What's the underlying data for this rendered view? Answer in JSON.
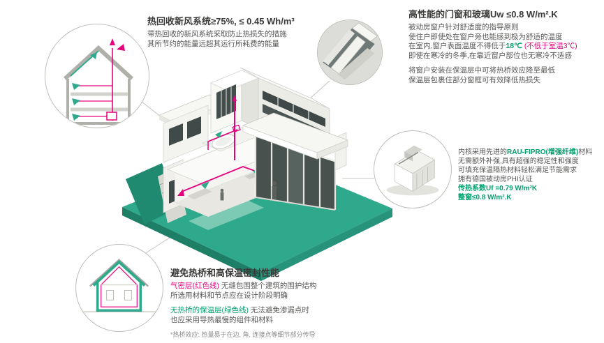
{
  "colors": {
    "teal": "#2fa98c",
    "teal_dark": "#1d8066",
    "magenta": "#e5007d",
    "green_text": "#00a06e",
    "dark_text": "#3a3a39"
  },
  "hrv": {
    "title": "热回收新风系统≥75%, ≤ 0.45 Wh/m³",
    "line1": "带热回收的新风系统采取防止热损失的措施",
    "line2": "其所节约的能量远超其运行所耗费的能量"
  },
  "windows": {
    "title": "高性能的门窗和玻璃Uw ≤0.8 W/m².K",
    "line1": "被动房窗户针对舒适度的指导原则",
    "line2": "使住户即使处在窗户旁也能感到极为舒适的温度",
    "line3_pre": "在室内,窗户表面温度不得低于",
    "line3_temp": "18℃ ",
    "line3_note": "(不低于室温3℃)",
    "line4": "即使在寒冷的冬季,在靠近窗户部位也无寒冷不适感",
    "line5": "将窗户安装在保温层中可将热桥效应降至最低",
    "line6": "保温层包裹住部分窗框可有效降低热损失"
  },
  "profile": {
    "line1_pre": "内核采用先进的",
    "line1_hl": "RAU-FIPRO(增强纤维)",
    "line1_post": "材料",
    "line2": "无需额外补强,具有超强的稳定性和强度",
    "line3": "可填充保温隔热材料轻松满足节能需求",
    "line4": "拥有德国被动房PHI认证",
    "uf": "传热系数Uf =0.79 W/m²K",
    "uw": "整窗≤0.8 W/m².K"
  },
  "thermal": {
    "title": "避免热桥和高保温密封性能",
    "airtight_label": "气密层(红色线)",
    "airtight_rest": " 无缝包围整个建筑的围护结构",
    "line2": "所选用材料和节点应在设计阶段明确",
    "insul_label": "无热桥的保温层(绿色线)",
    "insul_rest": " 无法避免渗漏点时",
    "line4": "也应采用导热最慢的组件和材料",
    "footnote": "*热桥效应: 热量易于在边, 角, 连接点等细节部分传导"
  }
}
